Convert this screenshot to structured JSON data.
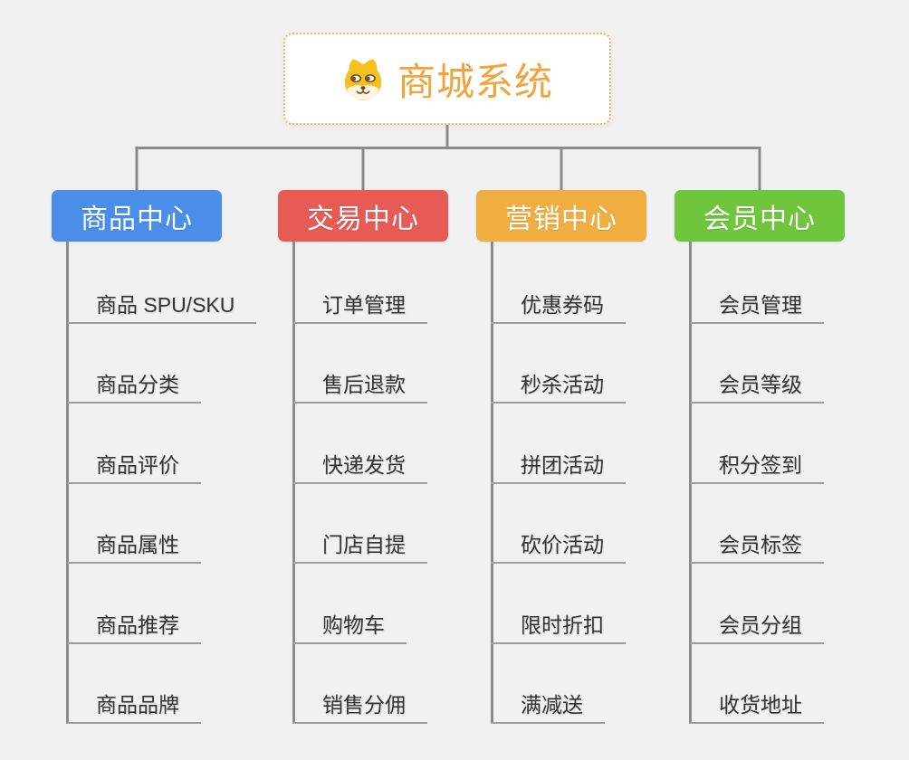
{
  "root": {
    "title": "商城系统",
    "icon": "dog-face-icon"
  },
  "branches": [
    {
      "label": "商品中心",
      "color": "#4a8ee9",
      "items": [
        "商品 SPU/SKU",
        "商品分类",
        "商品评价",
        "商品属性",
        "商品推荐",
        "商品品牌"
      ]
    },
    {
      "label": "交易中心",
      "color": "#e85b55",
      "items": [
        "订单管理",
        "售后退款",
        "快递发货",
        "门店自提",
        "购物车",
        "销售分佣"
      ]
    },
    {
      "label": "营销中心",
      "color": "#efae3f",
      "items": [
        "优惠券码",
        "秒杀活动",
        "拼团活动",
        "砍价活动",
        "限时折扣",
        "满减送"
      ]
    },
    {
      "label": "会员中心",
      "color": "#6fc53c",
      "items": [
        "会员管理",
        "会员等级",
        "积分签到",
        "会员标签",
        "会员分组",
        "收货地址"
      ]
    }
  ],
  "colors": {
    "background": "#f1f1f2",
    "accent_orange": "#f0a43e",
    "root_border": "#f5b359",
    "connector": "#8b8b8b",
    "underline": "#9c9c9c",
    "item_text": "#333333",
    "header_text": "#ffffff"
  }
}
